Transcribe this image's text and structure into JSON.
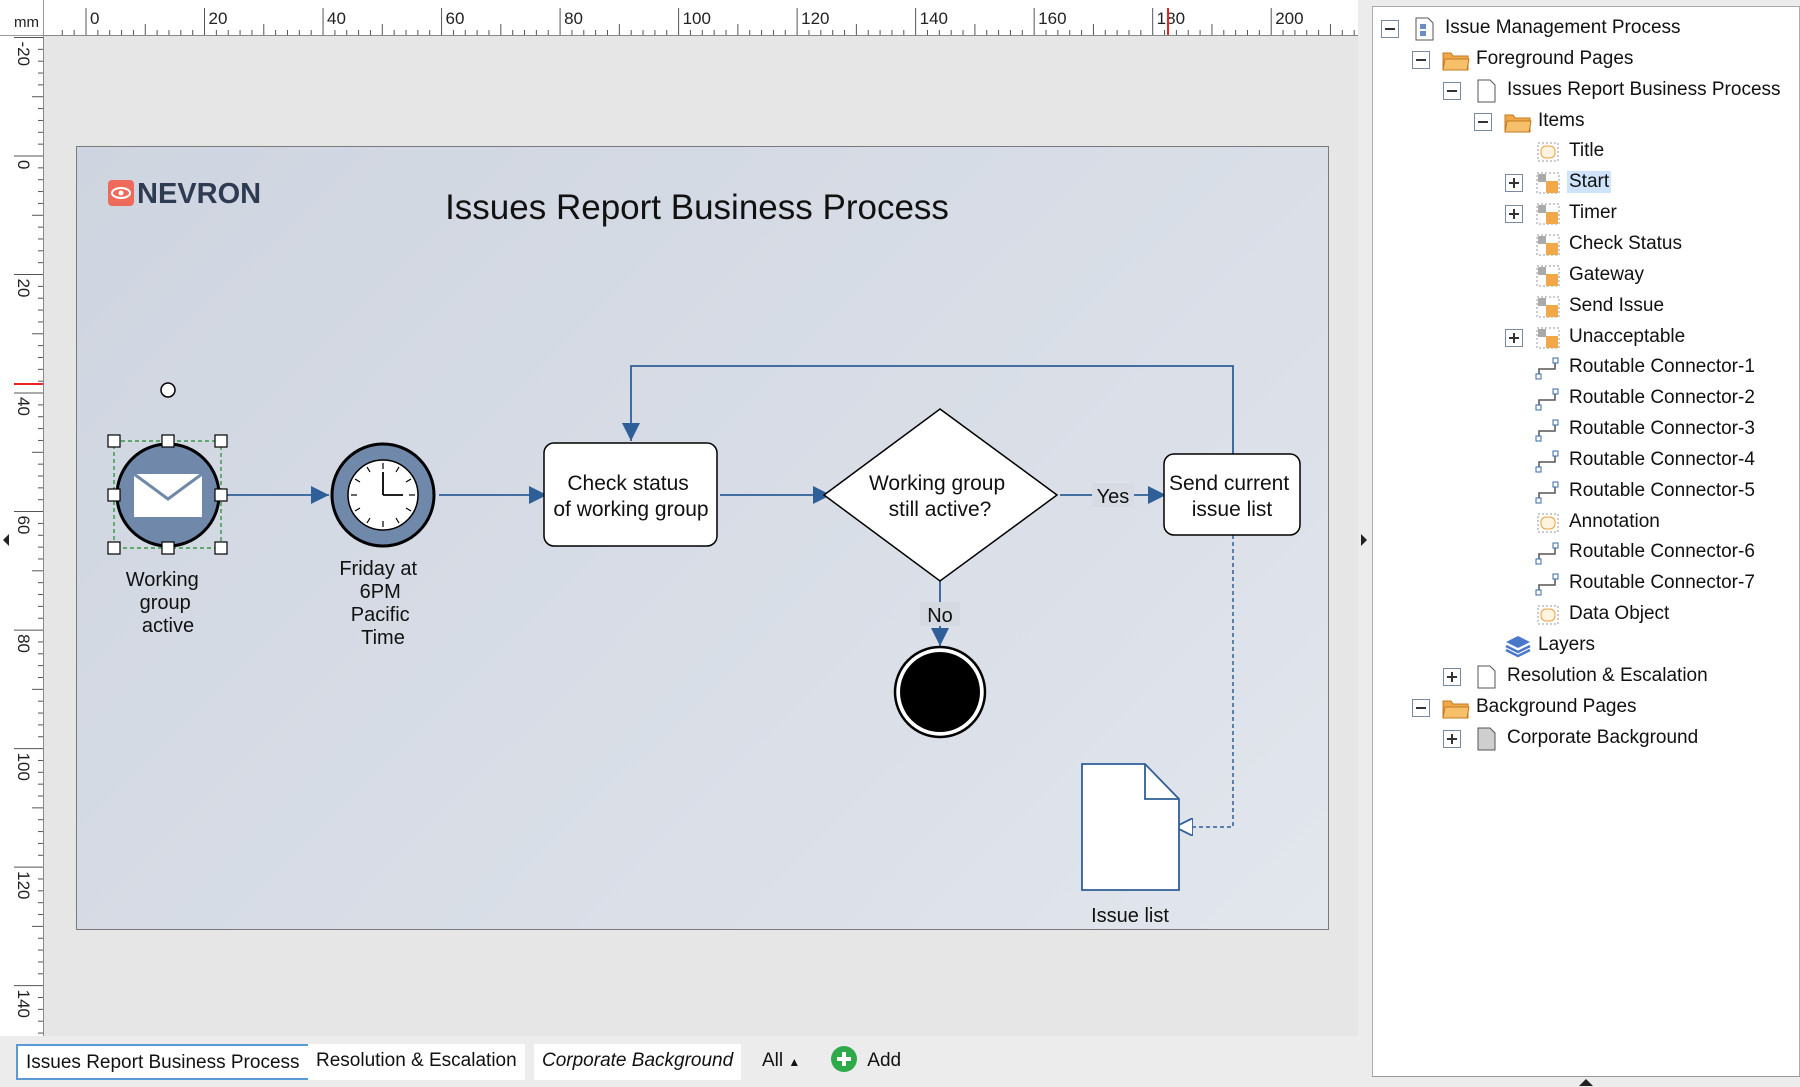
{
  "ruler": {
    "unit": "mm",
    "h_labels": [
      "0",
      "20",
      "40",
      "60",
      "80",
      "100",
      "120",
      "140",
      "160",
      "180",
      "200"
    ],
    "v_labels": [
      "-20",
      "0",
      "20",
      "40",
      "60",
      "80",
      "100",
      "120",
      "140"
    ]
  },
  "diagram": {
    "logo_text": "NEVRON",
    "title": "Issues Report Business Process",
    "start_label": [
      "Working",
      "group",
      "active"
    ],
    "timer_label": [
      "Friday at",
      "6PM",
      "Pacific",
      "Time"
    ],
    "check_status": [
      "Check status",
      "of working group"
    ],
    "gateway": [
      "Working group",
      "still active?"
    ],
    "send_issue": [
      "Send current",
      "issue list"
    ],
    "yes_label": "Yes",
    "no_label": "No",
    "data_object_label": "Issue list"
  },
  "tabs": {
    "page1": "Issues Report Business Process",
    "page2": "Resolution & Escalation",
    "page3": "Corporate Background",
    "all": "All",
    "add": "Add"
  },
  "tree": {
    "root": "Issue Management Process",
    "foreground": "Foreground Pages",
    "page1": "Issues Report Business Process",
    "items": "Items",
    "children": [
      "Title",
      "Start",
      "Timer",
      "Check Status",
      "Gateway",
      "Send Issue",
      "Unacceptable",
      "Routable Connector-1",
      "Routable Connector-2",
      "Routable Connector-3",
      "Routable Connector-4",
      "Routable Connector-5",
      "Annotation",
      "Routable Connector-6",
      "Routable Connector-7",
      "Data Object"
    ],
    "layers": "Layers",
    "page2": "Resolution & Escalation",
    "background": "Background Pages",
    "bg_page": "Corporate Background"
  },
  "colors": {
    "shape_fill": "#7089ab",
    "connector": "#2f5f98",
    "folder": "#f0a848",
    "selection": "#cfe4fb",
    "tab_border": "#5b9bd5"
  }
}
